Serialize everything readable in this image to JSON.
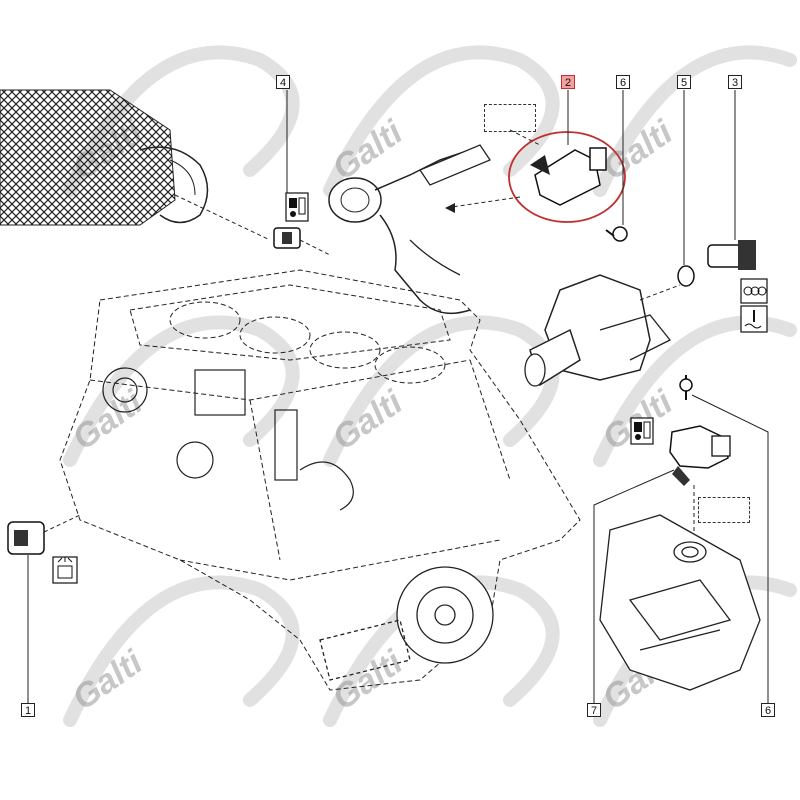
{
  "watermark": {
    "brand": "Galti",
    "color": "#9a9a9a"
  },
  "highlight_color": "#c03030",
  "callouts": [
    {
      "id": "1",
      "highlighted": false
    },
    {
      "id": "2",
      "highlighted": true
    },
    {
      "id": "3",
      "highlighted": false
    },
    {
      "id": "4",
      "highlighted": false
    },
    {
      "id": "5",
      "highlighted": false
    },
    {
      "id": "6",
      "highlighted": false
    },
    {
      "id": "6",
      "highlighted": false
    },
    {
      "id": "7",
      "highlighted": false
    }
  ],
  "icons": [
    "sensor-symbol-icon",
    "temperature-gauge-icon",
    "coolant-level-icon",
    "pressure-sensor-icon",
    "knock-sensor-icon"
  ]
}
